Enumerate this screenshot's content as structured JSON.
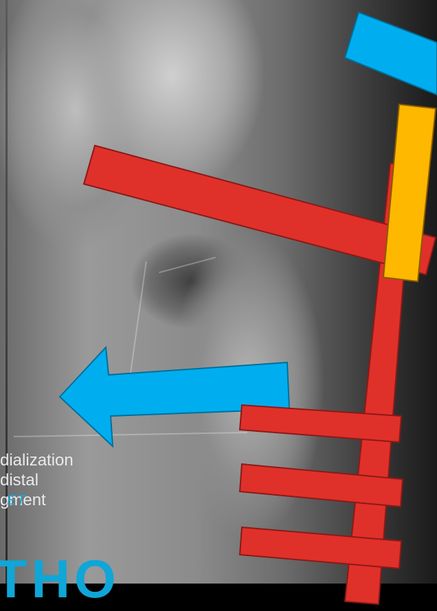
{
  "caption": {
    "line1": "dialization",
    "line2": "distal",
    "line3": "gment"
  },
  "watermark": {
    "small": "ET",
    "big": "THO"
  },
  "colors": {
    "red_bar": "#e0302a",
    "blue_arrow": "#00aeef",
    "yellow_bar": "#ffb800",
    "watermark": "#0fa6d8"
  }
}
